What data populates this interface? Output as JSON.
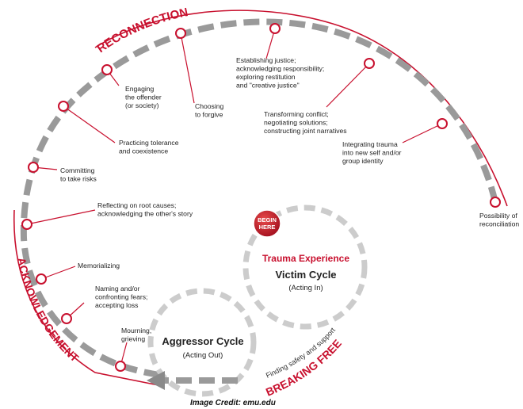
{
  "arc_titles": {
    "reconnection": "RECONNECTION",
    "acknowledgement": "ACKNOWLEDGEMENT",
    "breaking_free": "BREAKING FREE"
  },
  "path_label": "Finding safety and support",
  "begin_badge": {
    "line1": "BEGIN",
    "line2": "HERE"
  },
  "victim_cycle": {
    "trauma": "Trauma Experience",
    "title": "Victim Cycle",
    "subtitle": "(Acting In)"
  },
  "aggressor_cycle": {
    "title": "Aggressor Cycle",
    "subtitle": "(Acting Out)"
  },
  "stages": {
    "mourning": [
      "Mourning,",
      "grieving"
    ],
    "naming": [
      "Naming and/or",
      "confronting fears;",
      "accepting loss"
    ],
    "memorializing": [
      "Memorializing"
    ],
    "reflecting": [
      "Reflecting on root causes;",
      "acknowledging the other's story"
    ],
    "committing": [
      "Committing",
      "to take risks"
    ],
    "tolerance": [
      "Practicing tolerance",
      "and coexistence"
    ],
    "engaging": [
      "Engaging",
      "the offender",
      "(or society)"
    ],
    "forgive": [
      "Choosing",
      "to forgive"
    ],
    "justice": [
      "Establishing justice;",
      "acknowledging responsibility;",
      "exploring restitution",
      "and \"creative justice\""
    ],
    "transforming": [
      "Transforming conflict;",
      "negotiating solutions;",
      "constructing joint narratives"
    ],
    "integrating": [
      "Integrating trauma",
      "into new self and/or",
      "group identity"
    ],
    "possibility": [
      "Possibility of",
      "reconciliation"
    ]
  },
  "credit": "Image Credit: emu.edu",
  "colors": {
    "accent_red": "#c8102e",
    "dash_gray": "#9a9a9a",
    "light_dash_gray": "#cccccc",
    "text": "#222222"
  }
}
